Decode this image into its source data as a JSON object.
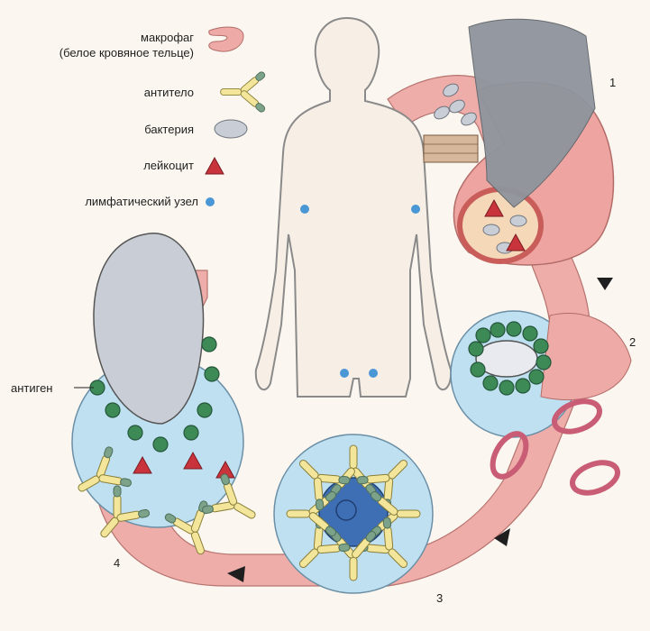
{
  "legend": {
    "macrophage_line1": "макрофаг",
    "macrophage_line2": "(белое кровяное тельце)",
    "antibody": "антитело",
    "bacterium": "бактерия",
    "leukocyte": "лейкоцит",
    "lymph_node": "лимфатический узел"
  },
  "labels": {
    "antigen": "антиген"
  },
  "steps": [
    "1",
    "2",
    "3",
    "4"
  ],
  "colors": {
    "background": "#fbf6ef",
    "vessel_pink": "#eeaaa6",
    "vessel_dark": "#d9716c",
    "lymph_blue": "#bfe0f0",
    "body_outline": "#8a8a8a",
    "bacterium_grey": "#c9cdd6",
    "antibody_yellow": "#f3e69a",
    "antibody_tip_green": "#7ca38a",
    "antigen_green": "#3e8a57",
    "leukocyte_red": "#c8333c",
    "lymph_node_dot": "#4a97d6",
    "lymphocyte_blue": "#3e6fb5"
  }
}
